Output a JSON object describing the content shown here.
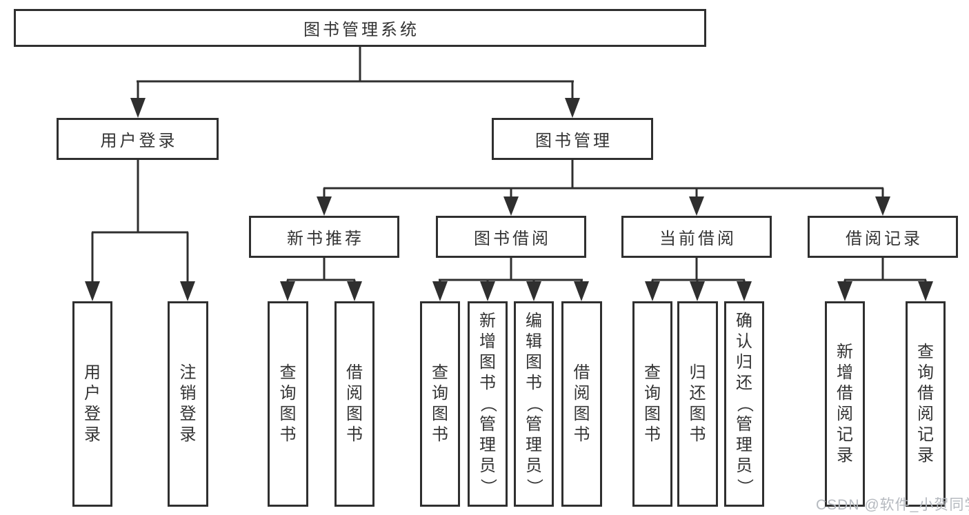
{
  "diagram": {
    "root": {
      "label": "图书管理系统"
    },
    "level2": [
      {
        "label": "用户登录",
        "leaves": [
          {
            "label": "用户登录"
          },
          {
            "label": "注销登录"
          }
        ]
      },
      {
        "label": "图书管理",
        "modules": [
          {
            "label": "新书推荐",
            "leaves": [
              {
                "label": "查询图书"
              },
              {
                "label": "借阅图书"
              }
            ]
          },
          {
            "label": "图书借阅",
            "leaves": [
              {
                "label": "查询图书"
              },
              {
                "label": "新增图书（管理员）"
              },
              {
                "label": "编辑图书（管理员）"
              },
              {
                "label": "借阅图书"
              }
            ]
          },
          {
            "label": "当前借阅",
            "leaves": [
              {
                "label": "查询图书"
              },
              {
                "label": "归还图书"
              },
              {
                "label": "确认归还（管理员）"
              }
            ]
          },
          {
            "label": "借阅记录",
            "leaves": [
              {
                "label": "新增借阅记录"
              },
              {
                "label": "查询借阅记录"
              }
            ]
          }
        ]
      }
    ]
  },
  "watermark": {
    "text": "CSDN @软件_小贺同学"
  },
  "colors": {
    "line": "#2f2f2f",
    "text": "#333333",
    "background": "#ffffff",
    "watermark": "#b5b9bf"
  }
}
